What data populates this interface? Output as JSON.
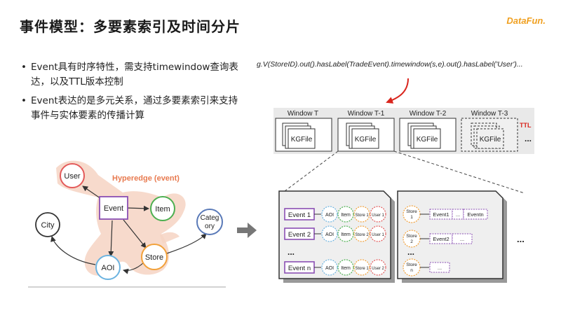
{
  "slide": {
    "title": "事件模型：多要素索引及时间分片",
    "logo": "DataFun."
  },
  "bullets": [
    "Event具有时序特性，需支持timewindow查询表达，以及TTL版本控制",
    "Event表达的是多元关系，通过多要素索引来支持事件与实体要素的传播计算"
  ],
  "query": "g.V(StoreID).out().hasLabel(TradeEvent).timewindow(s,e).out().hasLabel('User')...",
  "hypergraph": {
    "hyperedge_label": "Hyperedge (event)",
    "nodes": {
      "user": "User",
      "event": "Event",
      "item": "Item",
      "city": "City",
      "category_line1": "Categ",
      "category_line2": "ory",
      "aoi": "AOI",
      "store": "Store"
    }
  },
  "windows": [
    {
      "label": "Window T",
      "file": "KGFile"
    },
    {
      "label": "Window T-1",
      "file": "KGFile"
    },
    {
      "label": "Window T-2",
      "file": "KGFile"
    },
    {
      "label": "Window T-3",
      "file": "KGFile"
    }
  ],
  "ttl_label": "TTL",
  "ellipsis": "...",
  "event_index": {
    "rows": [
      {
        "event": "Event 1",
        "aoi": "AOI",
        "item": "Item",
        "store": "Store 1",
        "user": "User 1"
      },
      {
        "event": "Event 2",
        "aoi": "AOI",
        "item": "Item",
        "store": "Store 2",
        "user": "User 1"
      },
      {
        "event": "Event n",
        "aoi": "AOI",
        "item": "Item",
        "store": "Store 1",
        "user": "User 2"
      }
    ],
    "dots": "..."
  },
  "store_index": {
    "rows": [
      {
        "store_line1": "Store",
        "store_line2": "1",
        "cells": [
          "Event1",
          "...",
          "Eventn"
        ]
      },
      {
        "store_line1": "Store",
        "store_line2": "2",
        "cells": [
          "Event2",
          "..."
        ]
      },
      {
        "store_line1": "Store",
        "store_line2": "n",
        "cells": [
          "..."
        ]
      }
    ],
    "dots": "..."
  },
  "trailing_ellipsis": "..."
}
